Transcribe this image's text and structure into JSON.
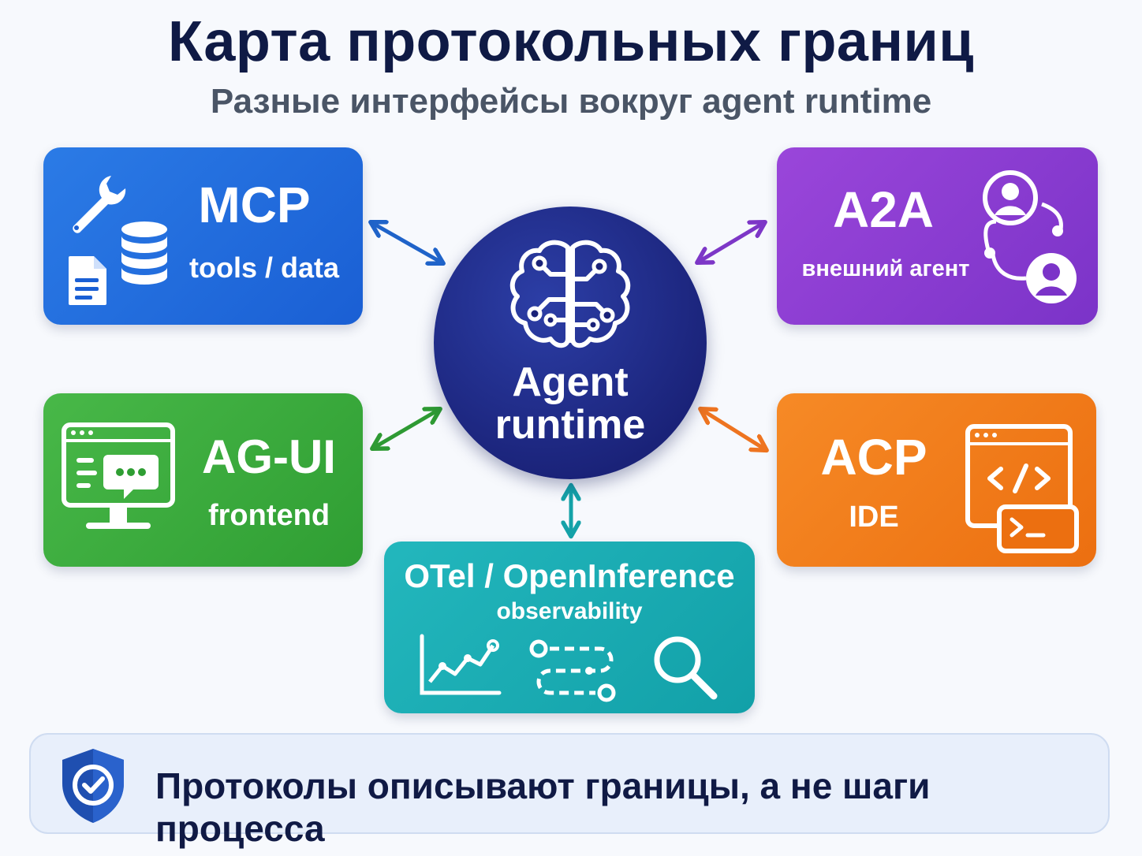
{
  "header": {
    "title": "Карта протокольных границ",
    "subtitle": "Разные интерфейсы вокруг agent runtime"
  },
  "hub": {
    "label_line1": "Agent",
    "label_line2": "runtime"
  },
  "nodes": {
    "mcp": {
      "name": "MCP",
      "desc": "tools / data",
      "color": "#1a5fd4"
    },
    "a2a": {
      "name": "A2A",
      "desc": "внешний агент",
      "color": "#7b33c8"
    },
    "agui": {
      "name": "AG-UI",
      "desc": "frontend",
      "color": "#2f9e33"
    },
    "acp": {
      "name": "ACP",
      "desc": "IDE",
      "color": "#ec6f10"
    },
    "otel": {
      "name": "OTel / OpenInference",
      "desc": "observability",
      "color": "#12a0a8"
    }
  },
  "footer": {
    "text": "Протоколы описывают границы, а не шаги процесса"
  },
  "colors": {
    "title": "#0f1a45",
    "subtitle": "#4a5566",
    "hub": "#1a2278",
    "footer_bg": "#e8effb"
  }
}
